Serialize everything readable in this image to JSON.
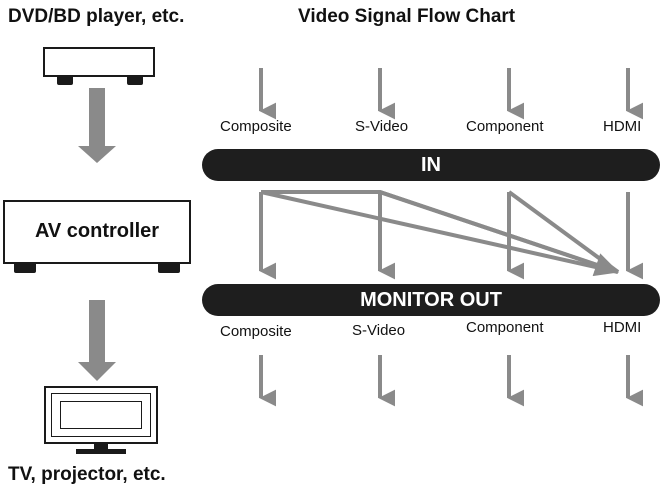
{
  "source_device": {
    "label": "DVD/BD player, etc."
  },
  "chart": {
    "title": "Video Signal Flow Chart"
  },
  "controller": {
    "label": "AV controller"
  },
  "display_device": {
    "label": "TV, projector, etc."
  },
  "in_bar": {
    "label": "IN"
  },
  "monitor_out_bar": {
    "label": "MONITOR OUT"
  },
  "inputs": [
    "Composite",
    "S-Video",
    "Component",
    "HDMI"
  ],
  "outputs": [
    "Composite",
    "S-Video",
    "Component",
    "HDMI"
  ],
  "colors": {
    "arrow": "#8a8a8a",
    "bar": "#1e1e1e",
    "outline": "#1a1a1a"
  }
}
